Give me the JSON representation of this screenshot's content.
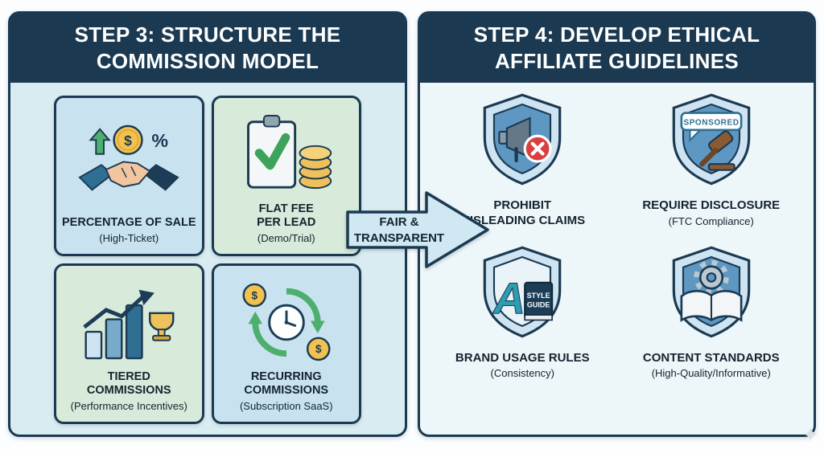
{
  "left_panel": {
    "title": "STEP 3: STRUCTURE THE\nCOMMISSION MODEL",
    "cards": [
      {
        "title": "PERCENTAGE OF SALE",
        "subtitle": "(High-Ticket)"
      },
      {
        "title": "FLAT FEE\nPER LEAD",
        "subtitle": "(Demo/Trial)"
      },
      {
        "title": "TIERED\nCOMMISSIONS",
        "subtitle": "(Performance Incentives)"
      },
      {
        "title": "RECURRING\nCOMMISSIONS",
        "subtitle": "(Subscription SaaS)"
      }
    ]
  },
  "arrow": {
    "label": "FAIR &\nTRANSPARENT"
  },
  "right_panel": {
    "title": "STEP 4: DEVELOP ETHICAL\nAFFILIATE GUIDELINES",
    "items": [
      {
        "title": "PROHIBIT\nMISLEADING CLAIMS",
        "subtitle": ""
      },
      {
        "title": "REQUIRE DISCLOSURE",
        "subtitle": "(FTC Compliance)",
        "badge": "SPONSORED"
      },
      {
        "title": "BRAND USAGE RULES",
        "subtitle": "(Consistency)",
        "letter": "A",
        "badge_line1": "STYLE",
        "badge_line2": "GUIDE"
      },
      {
        "title": "CONTENT STANDARDS",
        "subtitle": "(High-Quality/Informative)"
      }
    ]
  },
  "glyphs": {
    "dollar": "$",
    "percent": "%"
  },
  "colors": {
    "navy": "#1b3a52",
    "panel_left_bg": "#d9ecf1",
    "panel_right_bg": "#edf6f8",
    "card_blue": "#c9e2ef",
    "card_green": "#d8ead9",
    "arrow_fill": "#cfe8f2",
    "gold": "#eec15a",
    "green": "#3da35a",
    "red": "#d84040",
    "shield_outer": "#cfe4f2",
    "shield_inner": "#5d97c2"
  }
}
